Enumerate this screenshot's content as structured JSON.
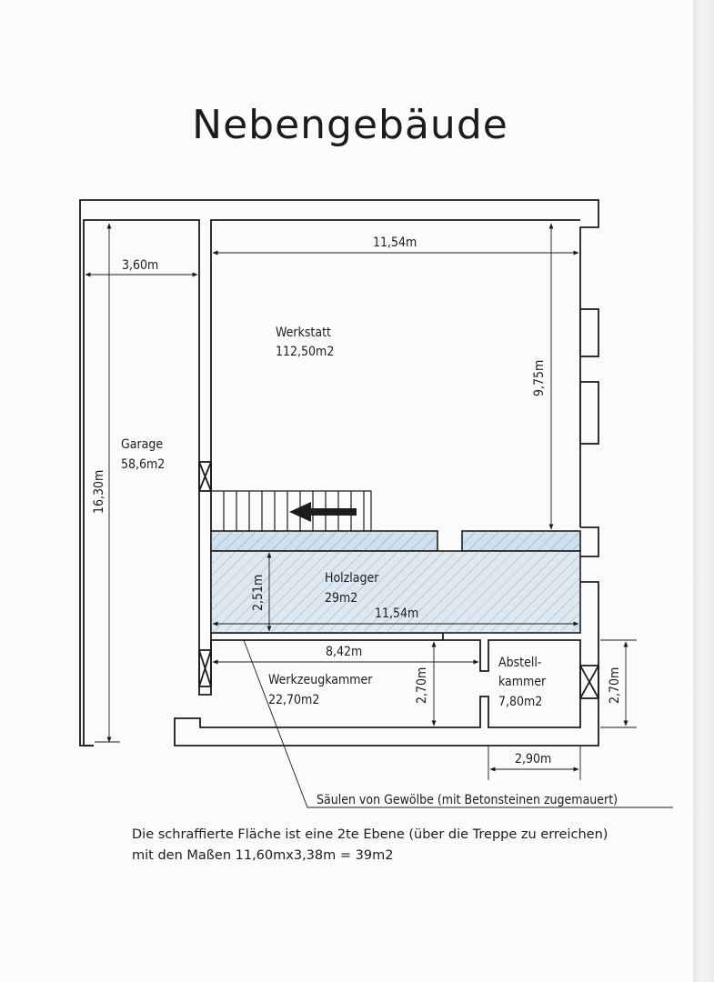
{
  "title": "Nebengebäude",
  "rooms": {
    "werkstatt": {
      "name": "Werkstatt",
      "area": "112,50m2"
    },
    "garage": {
      "name": "Garage",
      "area": "58,6m2"
    },
    "holzlager": {
      "name": "Holzlager",
      "area": "29m2"
    },
    "werkzeugkammer": {
      "name": "Werkzeugkammer",
      "area": "22,70m2"
    },
    "abstellkammer": {
      "name_line1": "Abstell-",
      "name_line2": "kammer",
      "area": "7,80m2"
    }
  },
  "dimensions": {
    "werkstatt_width": "11,54m",
    "werkstatt_depth": "9,75m",
    "garage_width": "3,60m",
    "garage_length": "16,30m",
    "holzlager_depth": "2,51m",
    "holzlager_width": "11,54m",
    "werkzeugkammer_width": "8,42m",
    "werkzeugkammer_depth": "2,70m",
    "abstellkammer_depth": "2,70m",
    "abstellkammer_width": "2,90m"
  },
  "callout": "Säulen von Gewölbe (mit Betonsteinen zugemauert)",
  "notes": {
    "line1": "Die schraffierte Fläche ist eine 2te Ebene (über die Treppe zu erreichen)",
    "line2": "mit den Maßen 11,60mx3,38m = 39m2"
  },
  "colors": {
    "ink": "#1c1c1c",
    "hatch_fill": "#cfe0ee",
    "paper": "#fbfbfb"
  }
}
